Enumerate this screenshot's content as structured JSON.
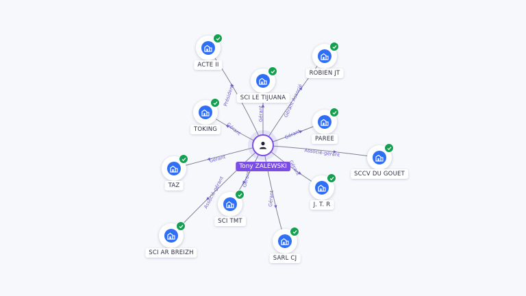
{
  "center": {
    "name": "Tony ZALEWSKI",
    "icon": "person-icon",
    "color": "#7b4de6"
  },
  "accent_colors": {
    "company": "#2f6ff5",
    "verified": "#12a150",
    "edge_label": "#6a5fcf"
  },
  "companies": [
    {
      "label": "ACTE II",
      "relation": "Président",
      "icon": "building-icon",
      "verified": true
    },
    {
      "label": "SCI LE TIJUANA",
      "relation": "Gérant",
      "icon": "building-icon",
      "verified": true
    },
    {
      "label": "ROBIEN JT",
      "relation": "Gérant Associé",
      "icon": "building-icon",
      "verified": true
    },
    {
      "label": "TOKING",
      "relation": "Gérant",
      "icon": "building-icon",
      "verified": true
    },
    {
      "label": "PAREE",
      "relation": "Gérant",
      "icon": "building-icon",
      "verified": true
    },
    {
      "label": "SCCV DU GOUET",
      "relation": "Associé-gérant",
      "icon": "building-icon",
      "verified": true
    },
    {
      "label": "TAZ",
      "relation": "Gérant",
      "icon": "building-icon",
      "verified": true
    },
    {
      "label": "J. T. R",
      "relation": "Gérant",
      "icon": "building-icon",
      "verified": true
    },
    {
      "label": "SCI TMT",
      "relation": "Gérant",
      "icon": "building-icon",
      "verified": true
    },
    {
      "label": "SCI AR BREIZH",
      "relation": "Associé-gérant",
      "icon": "building-icon",
      "verified": true
    },
    {
      "label": "SARL CJ",
      "relation": "Gérant",
      "icon": "building-icon",
      "verified": true
    }
  ]
}
